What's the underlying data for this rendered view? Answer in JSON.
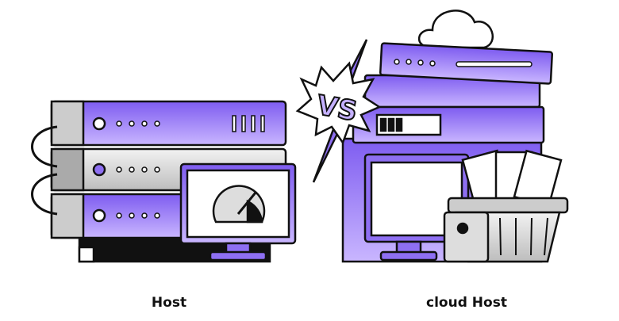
{
  "labels": {
    "left": "Host",
    "right": "cloud Host",
    "versus": "VS"
  },
  "colors": {
    "purple": "#8e6ff2",
    "purple_light": "#c4b0ff",
    "outline": "#111111",
    "gray": "#d8d8d8"
  }
}
